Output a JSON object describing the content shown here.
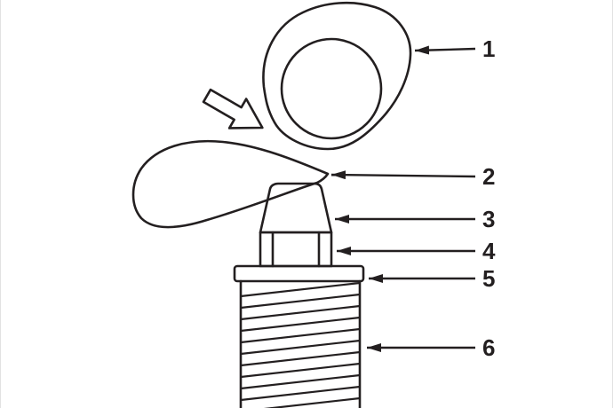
{
  "diagram": {
    "background": "#ffffff",
    "line_color": "#231f20",
    "callouts": [
      {
        "label": "1"
      },
      {
        "label": "2"
      },
      {
        "label": "3"
      },
      {
        "label": "4"
      },
      {
        "label": "5"
      },
      {
        "label": "6"
      }
    ]
  }
}
